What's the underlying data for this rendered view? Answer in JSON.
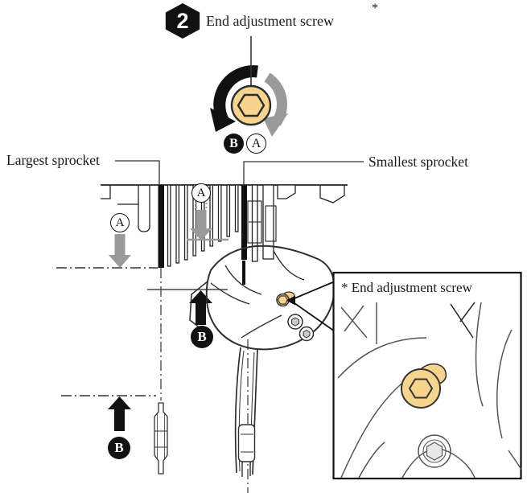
{
  "step": {
    "number": "2",
    "label": "End adjustment screw",
    "footnote_mark": "*"
  },
  "labels": {
    "largest_sprocket": "Largest sprocket",
    "smallest_sprocket": "Smallest sprocket"
  },
  "markers": {
    "a": "A",
    "b": "B"
  },
  "callout": {
    "title": "* End adjustment screw"
  },
  "colors": {
    "gold": "#F6D48E",
    "gray_arrow": "#9A9A9A",
    "black": "#111111",
    "line": "#333333"
  }
}
